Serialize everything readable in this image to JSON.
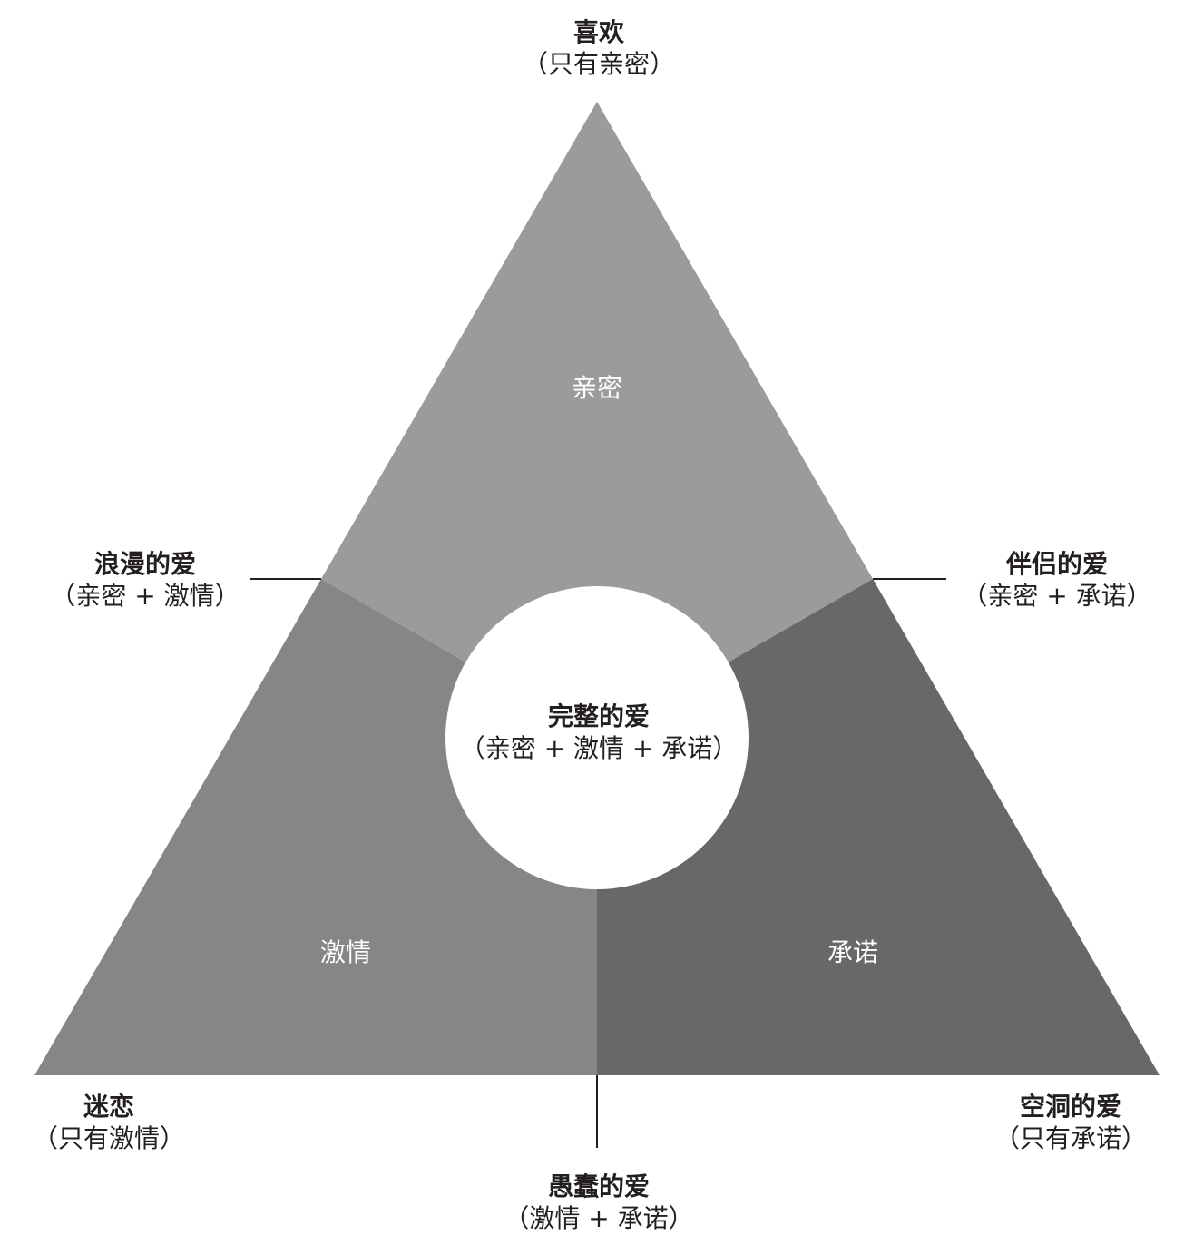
{
  "colors": {
    "intimacy_fill": "#9c9b9c",
    "passion_fill": "#878687",
    "commitment_fill": "#696768",
    "center_fill": "#ffffff",
    "line": "#231f20",
    "inner_text": "#ffffff"
  },
  "regions": {
    "intimacy": "亲密",
    "passion": "激情",
    "commitment": "承诺"
  },
  "labels": {
    "top": {
      "title": "喜欢",
      "sub": "（只有亲密）"
    },
    "left": {
      "title": "浪漫的爱",
      "sub": "（亲密 + 激情）"
    },
    "right": {
      "title": "伴侣的爱",
      "sub": "（亲密 + 承诺）"
    },
    "center": {
      "title": "完整的爱",
      "sub": "（亲密 + 激情 + 承诺）"
    },
    "bottom_left": {
      "title": "迷恋",
      "sub": "（只有激情）"
    },
    "bottom_right": {
      "title": "空洞的爱",
      "sub": "（只有承诺）"
    },
    "bottom": {
      "title": "愚蠢的爱",
      "sub": "（激情 + 承诺）"
    }
  }
}
